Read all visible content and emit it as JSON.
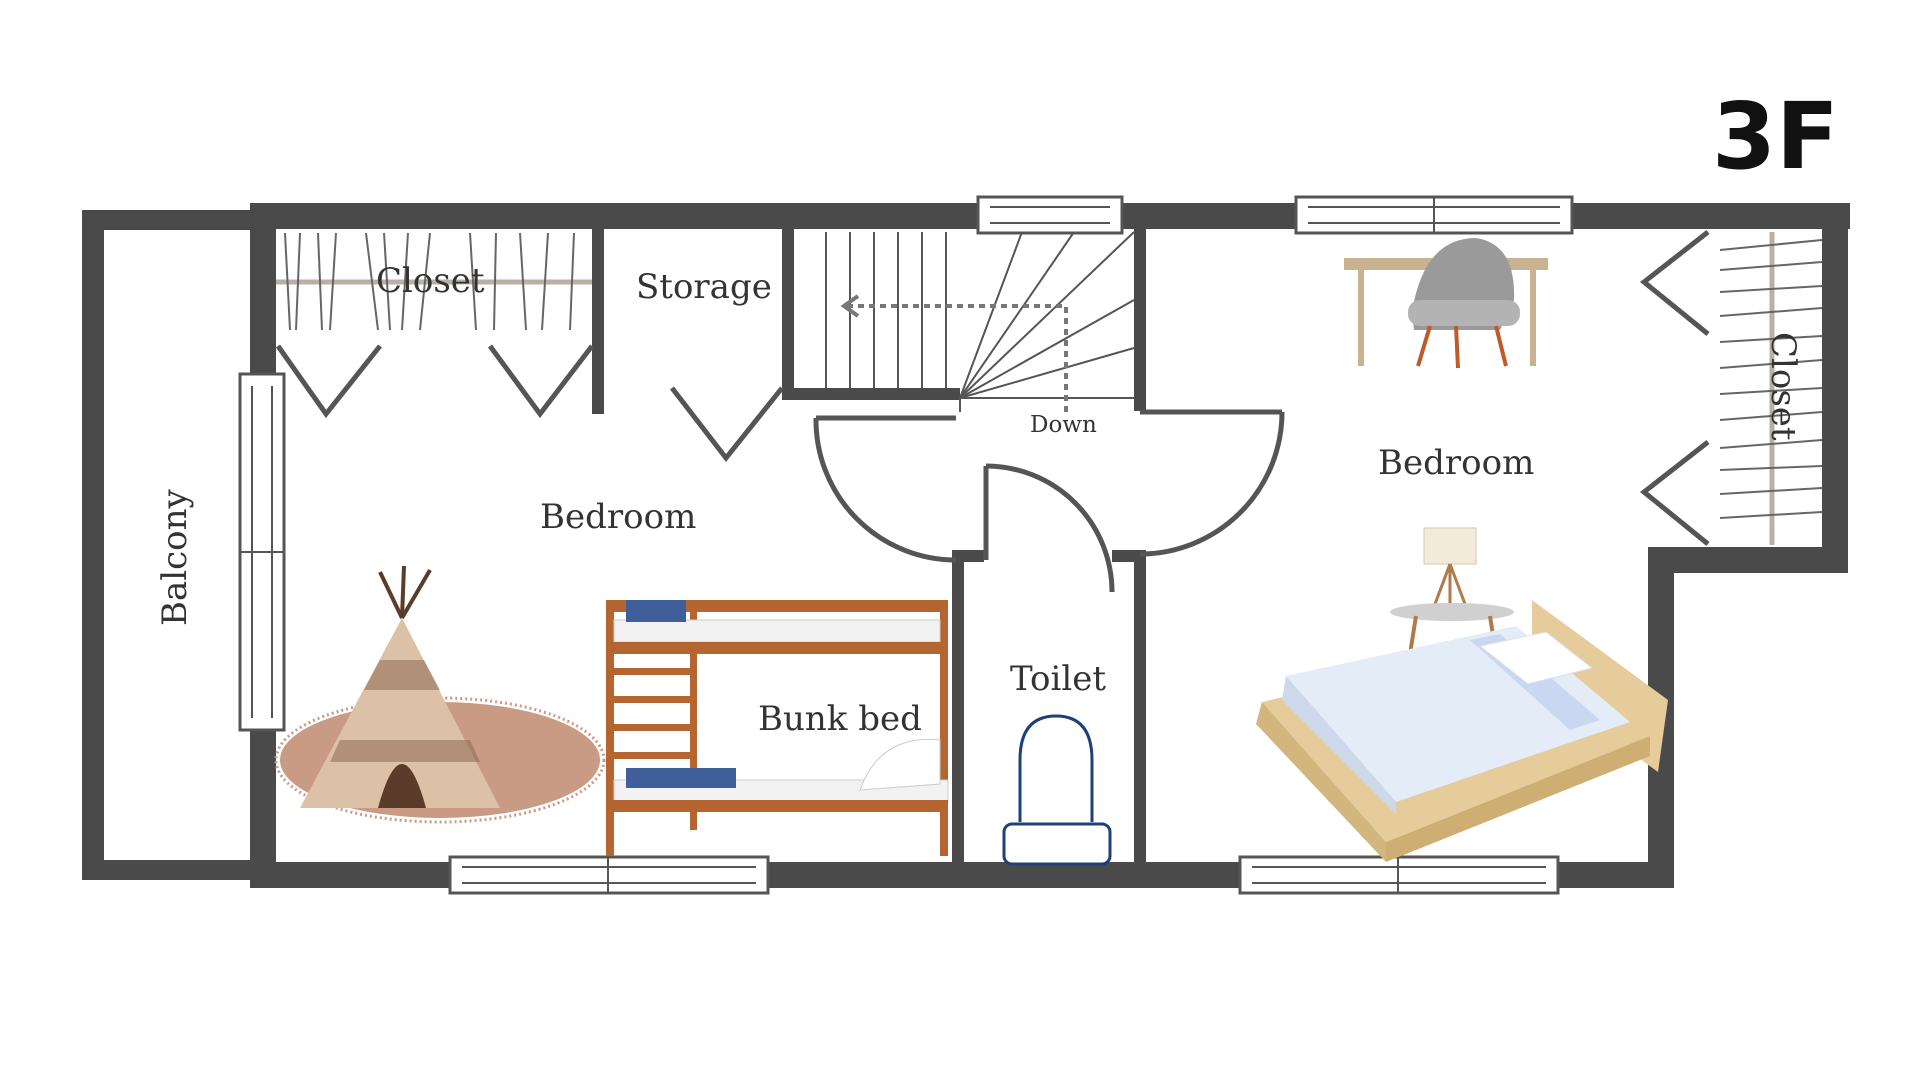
{
  "floor": {
    "label": "3F"
  },
  "rooms": {
    "balcony": "Balcony",
    "closet_left": "Closet",
    "storage": "Storage",
    "bedroom_left": "Bedroom",
    "bunk_bed": "Bunk bed",
    "toilet": "Toilet",
    "bedroom_right": "Bedroom",
    "closet_right": "Closet"
  },
  "stairs": {
    "direction": "Down"
  },
  "colors": {
    "wall": "#4a4a4a",
    "bunk_wood": "#b5652f",
    "teepee": "#dcc1a6",
    "rug": "#c99a84",
    "bed_frame": "#e6cc9b",
    "sheet": "#e4ecf8",
    "chair": "#9a9a9a",
    "toilet_outline": "#1d3f7a"
  }
}
